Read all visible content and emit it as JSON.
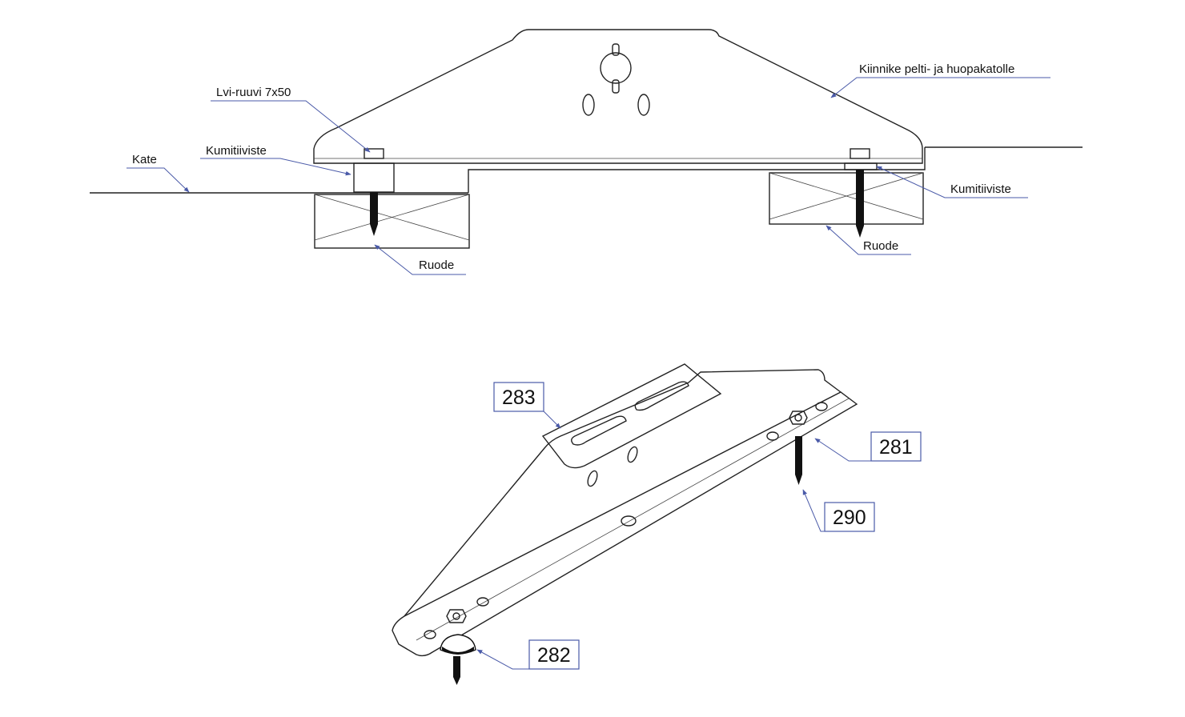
{
  "colors": {
    "line": "#222222",
    "leader": "#4a5aa8",
    "background": "#ffffff"
  },
  "section_view": {
    "labels": {
      "kate": "Kate",
      "kumitiiviste_left": "Kumitiiviste",
      "lvi_ruuvi": "Lvi-ruuvi 7x50",
      "kiinnike": "Kiinnike pelti- ja huopakatolle",
      "kumitiiviste_right": "Kumitiiviste",
      "ruode_left": "Ruode",
      "ruode_right": "Ruode"
    }
  },
  "iso_view": {
    "callouts": {
      "c283": "283",
      "c281": "281",
      "c290": "290",
      "c282": "282"
    }
  }
}
